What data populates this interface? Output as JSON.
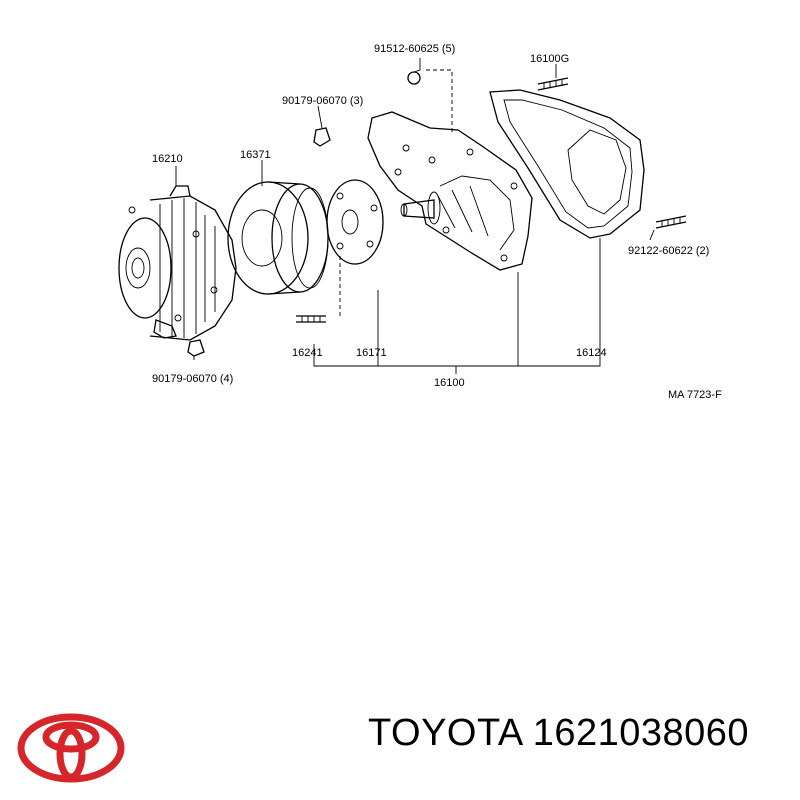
{
  "diagram": {
    "labels": {
      "bolt_top": "91512-60625 (5)",
      "gasket": "16100G",
      "nut_upper": "90179-06070 (3)",
      "fan_clutch": "16210",
      "pulley": "16371",
      "stud_right": "92122-60622 (2)",
      "stud_lower": "16241",
      "seat": "16171",
      "pump_gasket": "16124",
      "pump_assembly": "16100",
      "nut_lower": "90179-06070 (4)",
      "diagram_code": "MA 7723-F"
    }
  },
  "footer": {
    "brand": "TOYOTA",
    "part_number": "1621038060",
    "logo_icon": "toyota-logo-icon",
    "logo_color": "#d7262b"
  }
}
